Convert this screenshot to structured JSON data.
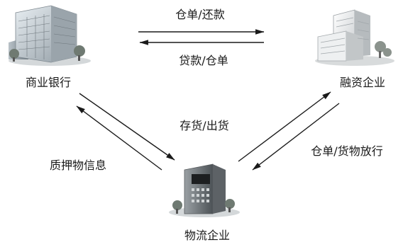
{
  "nodes": {
    "bank": {
      "label": "商业银行",
      "icon": "bank-building-icon"
    },
    "finance_company": {
      "label": "融资企业",
      "icon": "company-building-icon"
    },
    "logistics_company": {
      "label": "物流企业",
      "icon": "logistics-building-icon"
    }
  },
  "edges": {
    "bank_to_finance": "仓单/还款",
    "finance_to_bank": "贷款/仓单",
    "logistics_to_finance": "仓单/货物放行",
    "finance_to_logistics": "存货/出货",
    "logistics_to_bank": "质押物信息"
  }
}
